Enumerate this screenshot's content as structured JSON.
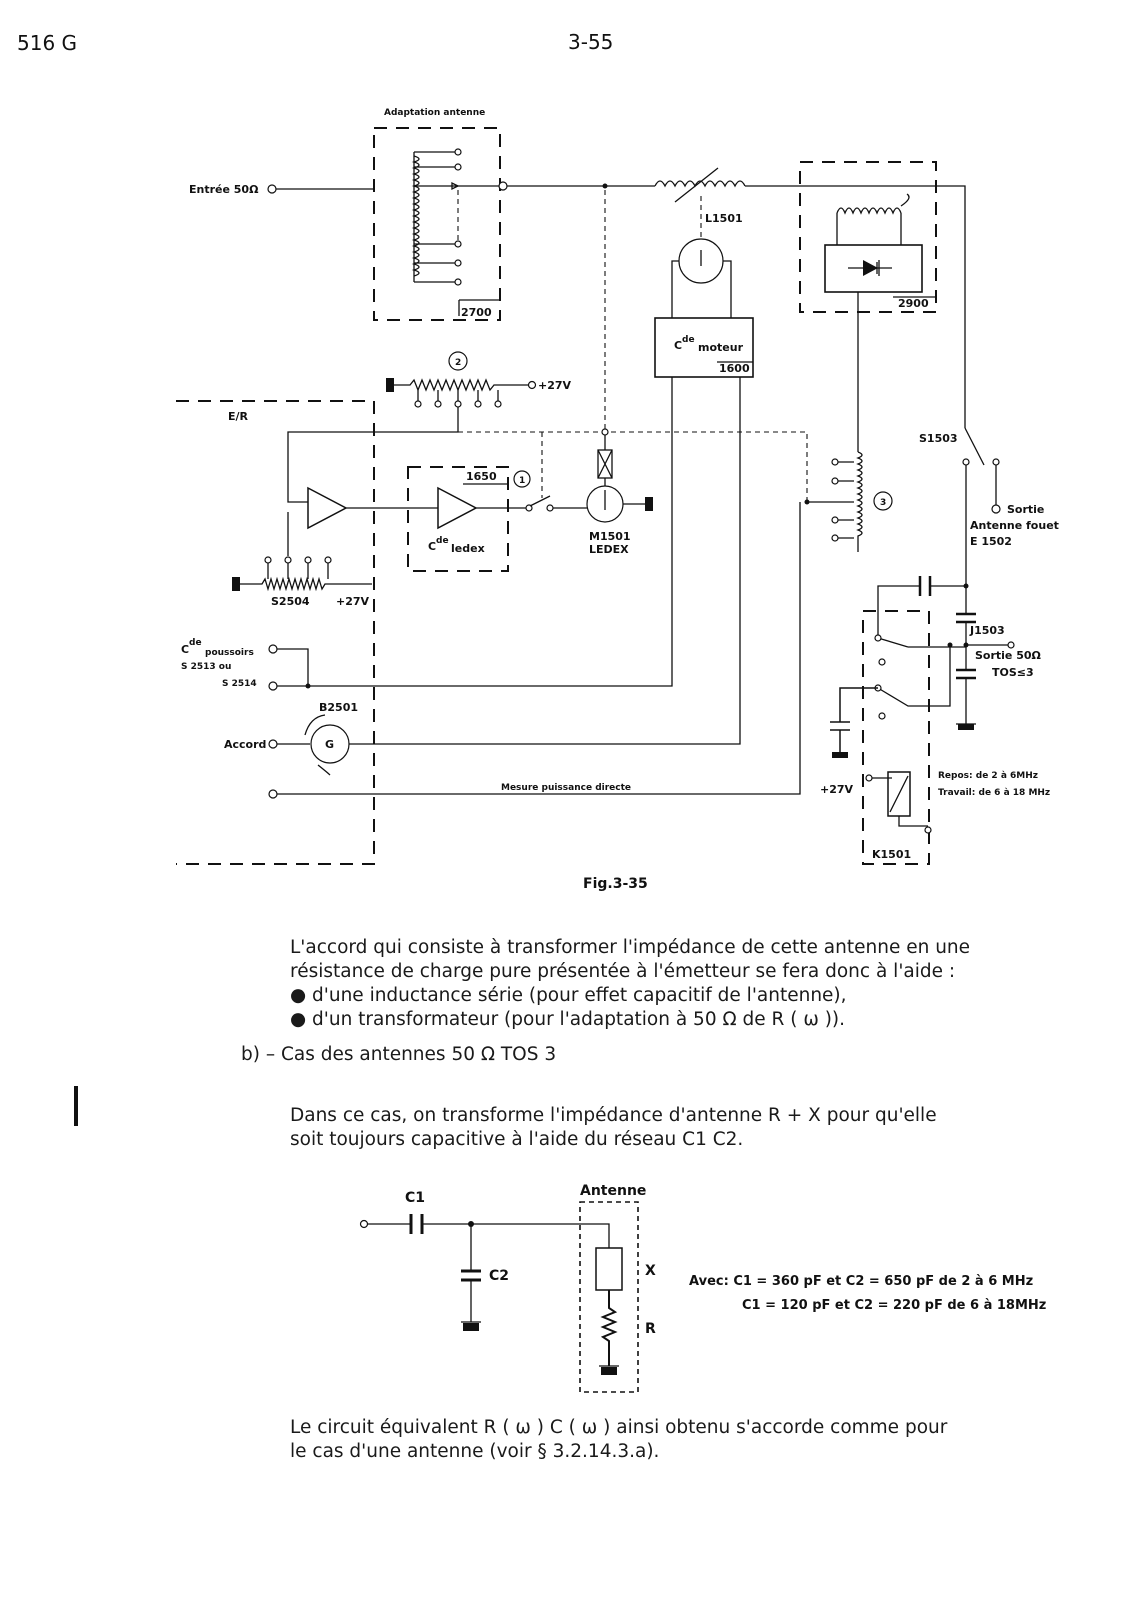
{
  "header": {
    "doc_id": "516 G",
    "page_number": "3-55"
  },
  "figure1": {
    "caption": "Fig.3-35",
    "labels": {
      "adaptation_title": "Adaptation antenne",
      "entree": "Entrée 50Ω",
      "box_2700": "2700",
      "coil_l1501": "L1501",
      "box_2900": "2900",
      "cde_moteur_c": "C",
      "cde_moteur_sup": "de",
      "cde_moteur_text": "moteur",
      "box_1600": "1600",
      "circle_2": "2",
      "plus27_top": "+27V",
      "er": "E/R",
      "box_1650": "1650",
      "circle_1": "1",
      "cde_ledex_c": "C",
      "cde_ledex_sup": "de",
      "cde_ledex_text": "ledex",
      "m1501": "M1501",
      "ledex": "LEDEX",
      "circle_3": "3",
      "s1503": "S1503",
      "sortie_fouet_1": "Sortie",
      "sortie_fouet_2": "Antenne fouet",
      "sortie_fouet_3": "E 1502",
      "s2504": "S2504",
      "plus27_s2504": "+27V",
      "poussoirs_c": "C",
      "poussoirs_sup": "de",
      "poussoirs_text": "poussoirs",
      "s2513": "S 2513 ou",
      "s2514": "S 2514",
      "b2501": "B2501",
      "accord": "Accord",
      "gen_g": "G",
      "mesure": "Mesure puissance directe",
      "j1503": "J1503",
      "sortie50": "Sortie 50Ω",
      "tos": "TOS≤3",
      "plus27_relay": "+27V",
      "repos": "Repos: de 2 à 6MHz",
      "travail": "Travail: de 6 à 18 MHz",
      "k1501": "K1501"
    }
  },
  "paragraph1": {
    "lines": [
      "L'accord qui consiste à transformer l'impédance de cette antenne en une",
      "résistance de charge pure présentée à l'émetteur se fera donc à l'aide :",
      "● d'une inductance série (pour effet capacitif de l'antenne),",
      "● d'un transformateur      (pour l'adaptation à 50 Ω de R ( ω ))."
    ]
  },
  "section_b": {
    "heading": "b) – Cas des antennes 50 Ω TOS 3",
    "lines": [
      "Dans ce cas, on transforme l'impédance d'antenne R + X pour qu'elle",
      "soit toujours capacitive à l'aide du réseau C1 C2."
    ]
  },
  "figure2": {
    "labels": {
      "c1": "C1",
      "c2": "C2",
      "antenne": "Antenne",
      "x": "X",
      "r": "R"
    },
    "avec_line1": "Avec:  C1 = 360 pF et C2 = 650 pF de 2 à 6 MHz",
    "avec_line2": "C1 = 120 pF et C2 = 220 pF de 6 à 18MHz"
  },
  "paragraph2": {
    "lines": [
      "Le circuit équivalent R ( ω ) C ( ω ) ainsi obtenu s'accorde comme pour",
      "le cas d'une antenne (voir § 3.2.14.3.a)."
    ]
  }
}
